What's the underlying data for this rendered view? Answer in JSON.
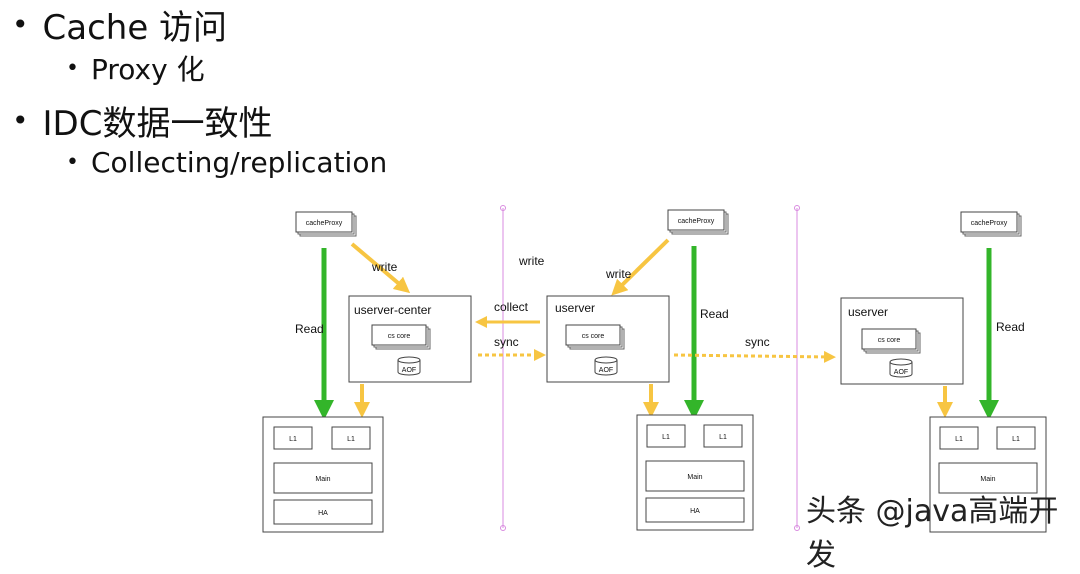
{
  "bullets": [
    {
      "text": "Cache 访问",
      "level": 1
    },
    {
      "text": "Proxy 化",
      "level": 2
    },
    {
      "text": "IDC数据一致性",
      "level": 1
    },
    {
      "text": "Collecting/replication",
      "level": 2
    }
  ],
  "labels": {
    "cacheProxy": "cacheProxy",
    "write": "write",
    "read": "Read",
    "collect": "collect",
    "sync": "sync",
    "userver_center": "userver-center",
    "userver": "userver",
    "cs_core": "cs core",
    "aof": "AOF",
    "l1": "L1",
    "main": "Main",
    "ha": "HA"
  },
  "colors": {
    "green_arrow": "#33b52a",
    "yellow_arrow": "#f7c542",
    "divider": "#d98be0",
    "box_border": "#444444"
  },
  "watermark": "头条 @java高端开发"
}
